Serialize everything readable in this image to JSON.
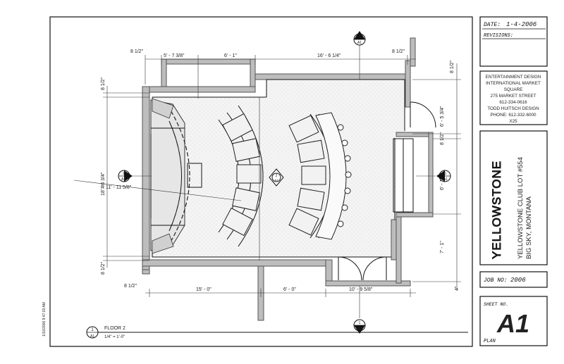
{
  "title_block": {
    "date_label": "DATE:",
    "date_value": "1-4-2006",
    "revisions_label": "REVISIONS:",
    "designer": {
      "line1": "ENTERTAINMENT DESIGN",
      "line2": "INTERNATIONAL MARKET",
      "line3": "SQUARE",
      "line4": "275 MARKET STREET",
      "line5": "612-334-0616",
      "line6": "TODD HUITSCH DESIGN",
      "line7": "PHONE: 612-332-6000",
      "line8": "X25"
    },
    "project_name": "YELLOWSTONE",
    "project_line1": "YELLOWSTONE CLUB LOT #554",
    "project_line2": "BIG SKY, MONTANA",
    "job_label": "JOB NO:",
    "job_value": "2006",
    "sheet_no_label": "SHEET NO.",
    "sheet_no_value": "A1",
    "sheet_name": "PLAN"
  },
  "drawing": {
    "view_number": "1",
    "view_sheet": "A1",
    "view_title": "FLOOR 2",
    "view_scale": "1/4\" = 1'-0\"",
    "timestamp": "1/16/2006 9:47:03 AM",
    "section_marker_number": "1",
    "section_marker_sheet": "A1",
    "center_marker_number": "2",
    "center_marker_sheet": "A1",
    "dims": {
      "top_left": "5' - 7 3/8\"",
      "top_mid": "6' - 1\"",
      "top_right": "16' - 6 1/4\"",
      "top_left_off": "8 1/2\"",
      "top_right_off": "8 1/2\"",
      "top_far_right_off": "8 1/2\"",
      "left_top_off": "8 1/2\"",
      "left_total": "18' - 6 3/4\"",
      "left_bottom_off": "8 1/2\"",
      "radius": "R 11' - 11 5/8\"",
      "right_a": "6' - 5 3/4\"",
      "right_b": "8 1/2\"",
      "right_c": "6' - 1\"",
      "right_d": "7' - 1\"",
      "right_e": "4\"",
      "bottom_left_off": "8 1/2\"",
      "bottom_a": "15' - 0\"",
      "bottom_b": "6' - 0\"",
      "bottom_c": "10' - 9 5/8\""
    }
  }
}
